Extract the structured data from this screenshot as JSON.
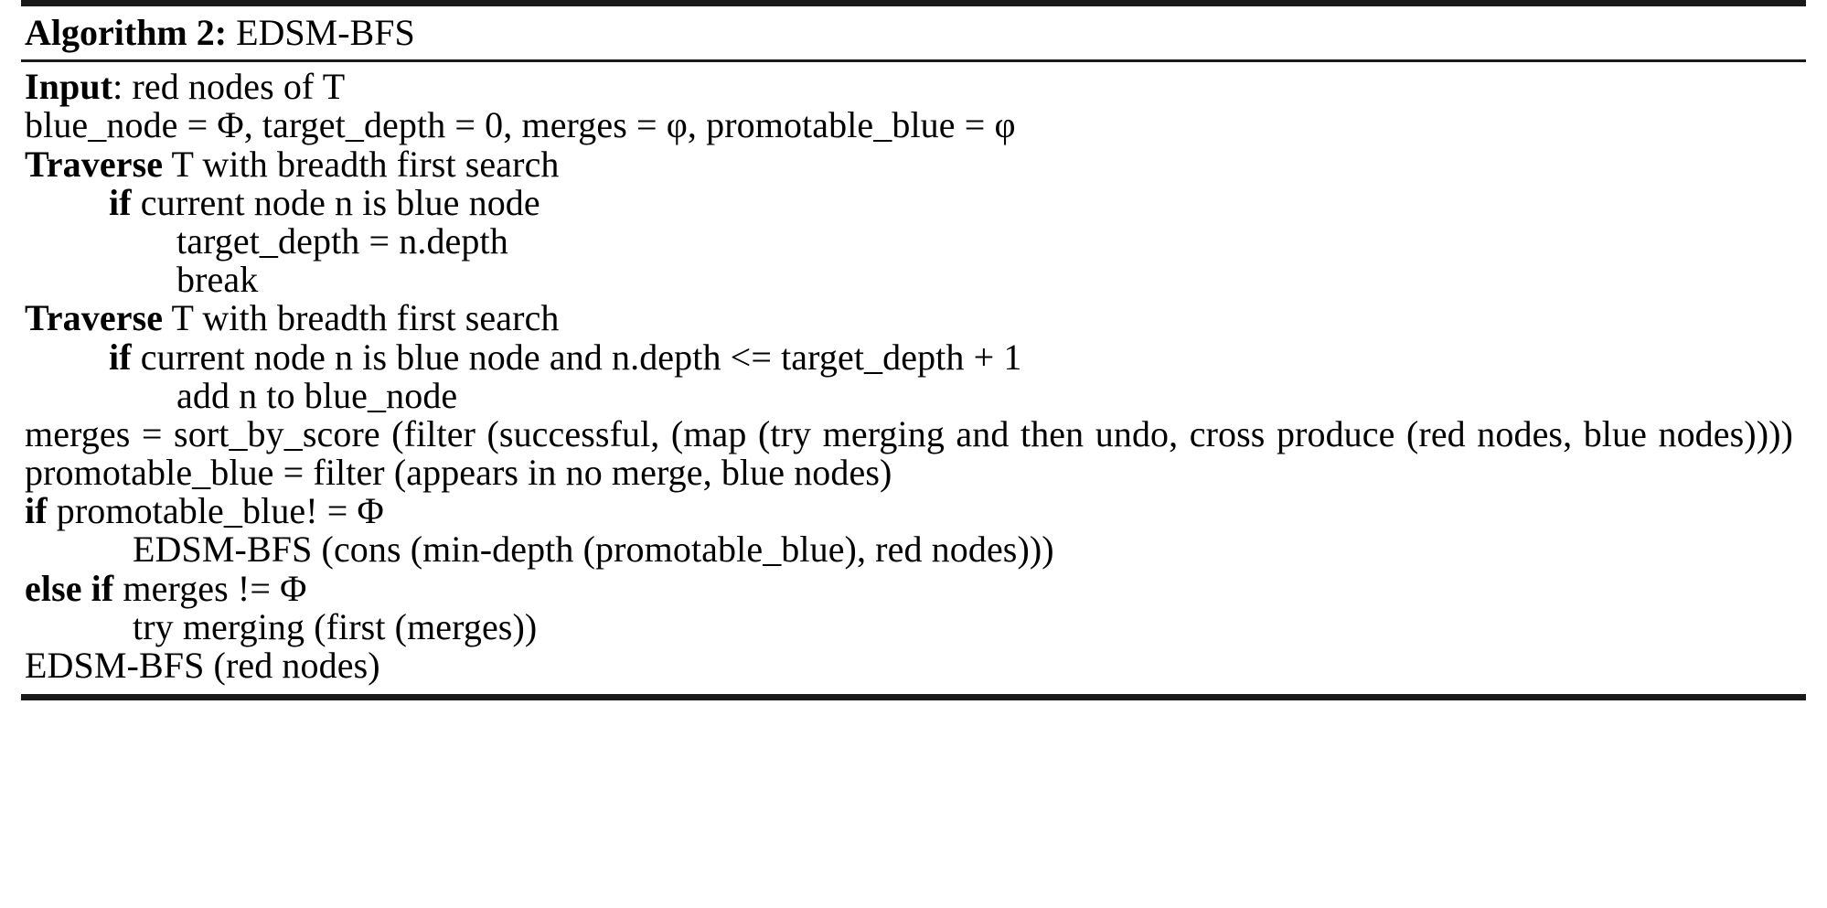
{
  "caption": {
    "keyword": "Algorithm 2:",
    "name": "EDSM-BFS"
  },
  "symbols": {
    "phi_capital": "Φ",
    "phi_italic": "φ"
  },
  "lines": [
    {
      "id": "input",
      "indent": 0,
      "keyword": "Input",
      "text": ": red nodes of T"
    },
    {
      "id": "init",
      "indent": 0,
      "text": "blue_node = Φ, target_depth = 0, merges = φ, promotable_blue = φ"
    },
    {
      "id": "traverse-1",
      "indent": 0,
      "keyword": "Traverse",
      "text": " T with breadth first search"
    },
    {
      "id": "if-1",
      "indent": 1,
      "keyword": "if",
      "text": " current node n is blue node"
    },
    {
      "id": "assign-target-depth",
      "indent": 2,
      "text": "target_depth = n.depth"
    },
    {
      "id": "break",
      "indent": 2,
      "text": "break"
    },
    {
      "id": "traverse-2",
      "indent": 0,
      "keyword": "Traverse",
      "text": " T with breadth first search"
    },
    {
      "id": "if-2",
      "indent": 1,
      "keyword": "if",
      "text": " current node n is blue node and n.depth <= target_depth + 1"
    },
    {
      "id": "add-n",
      "indent": 2,
      "text": "add n to blue_node"
    },
    {
      "id": "merges-assign",
      "indent": 0,
      "wrap": true,
      "text": "merges = sort_by_score (filter (successful, (map (try merging and then undo, cross produce (red nodes, blue nodes))))"
    },
    {
      "id": "promotable-assign",
      "indent": 0,
      "text": "promotable_blue = filter (appears in no merge, blue nodes)"
    },
    {
      "id": "if-promotable",
      "indent": 0,
      "keyword": "if",
      "text": " promotable_blue! = Φ"
    },
    {
      "id": "recurse-cons",
      "indent": 3,
      "text": "EDSM-BFS (cons (min-depth (promotable_blue), red nodes)))"
    },
    {
      "id": "else-if-merges",
      "indent": 0,
      "keyword": "else if",
      "text": " merges != Φ"
    },
    {
      "id": "try-merging",
      "indent": 3,
      "text": "try merging (first (merges))"
    },
    {
      "id": "recurse-red",
      "indent": 0,
      "text": "EDSM-BFS (red nodes)"
    }
  ]
}
